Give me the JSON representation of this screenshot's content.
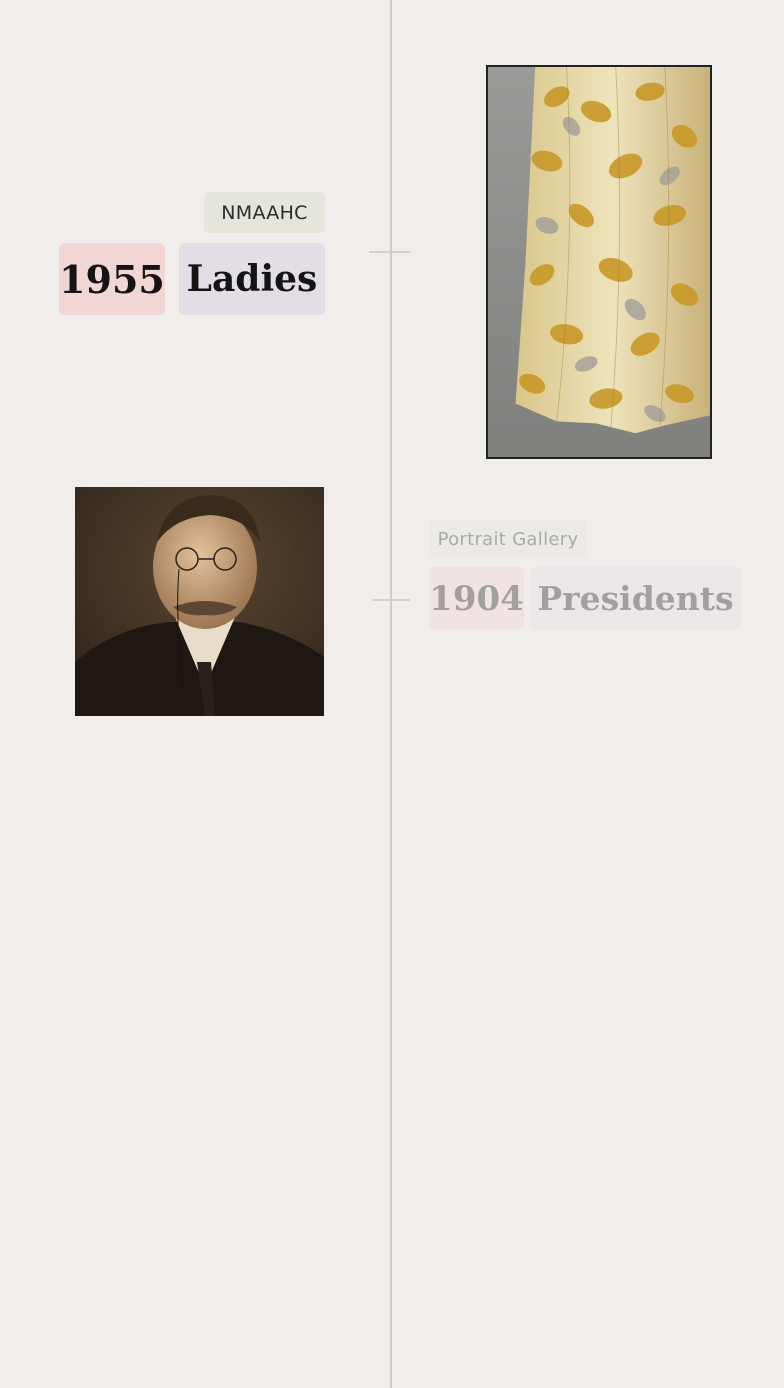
{
  "timeline": {
    "entries": [
      {
        "source": "NMAAHC",
        "year": "1955",
        "topic": "Ladies",
        "image_subject": "dress-image",
        "image_colors": {
          "background": "#8f908d",
          "fabric": "#e9dcae",
          "leaf": "#c99a2b",
          "leaf_gray": "#a5a29a"
        }
      },
      {
        "source": "Portrait Gallery",
        "year": "1904",
        "topic": "Presidents",
        "image_subject": "portrait-image",
        "image_colors": {
          "background": "#3a2c1f",
          "face": "#c9a47c",
          "suit": "#1f1812",
          "collar": "#e8dccb"
        }
      }
    ]
  }
}
